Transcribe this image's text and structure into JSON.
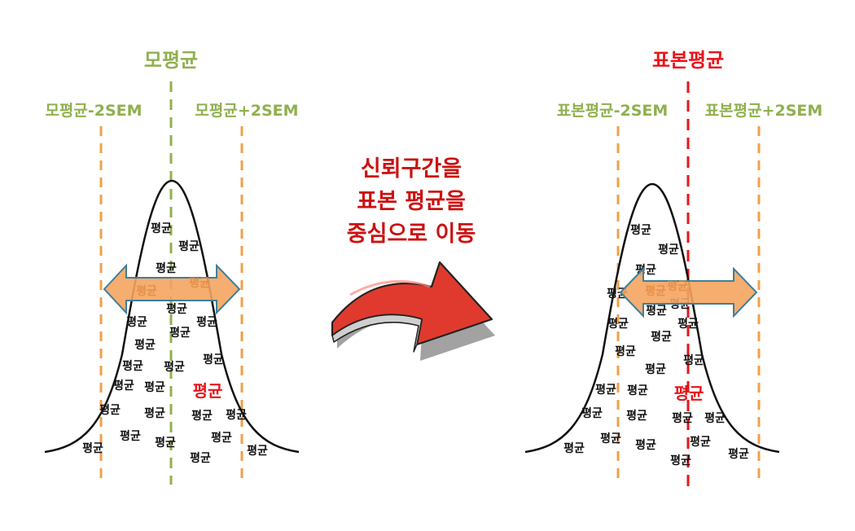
{
  "left_panel": {
    "title": "모평균",
    "minus_label": "모평균-2SEM",
    "plus_label": "모평균+2SEM",
    "highlight_label": "평균",
    "sample_label": "평균",
    "arrow_labels": [
      "평균",
      "평균"
    ]
  },
  "middle": {
    "lines": [
      "신뢰구간을",
      "표본 평균을",
      "중심으로 이동"
    ]
  },
  "right_panel": {
    "title": "표본평균",
    "minus_label": "표본평균-2SEM",
    "plus_label": "표본평균+2SEM",
    "highlight_label": "평균",
    "sample_label": "평균",
    "arrow_labels": [
      "평균",
      "평균"
    ]
  },
  "colors": {
    "population_mean": "#8fb04f",
    "sem_line": "#f0a04a",
    "sample_mean": "#e8141a",
    "interval_arrow_fill": "#f4a460",
    "interval_arrow_stroke": "#3f7f9a",
    "middle_text": "#cc1111",
    "big_arrow": "#e03a2e"
  }
}
